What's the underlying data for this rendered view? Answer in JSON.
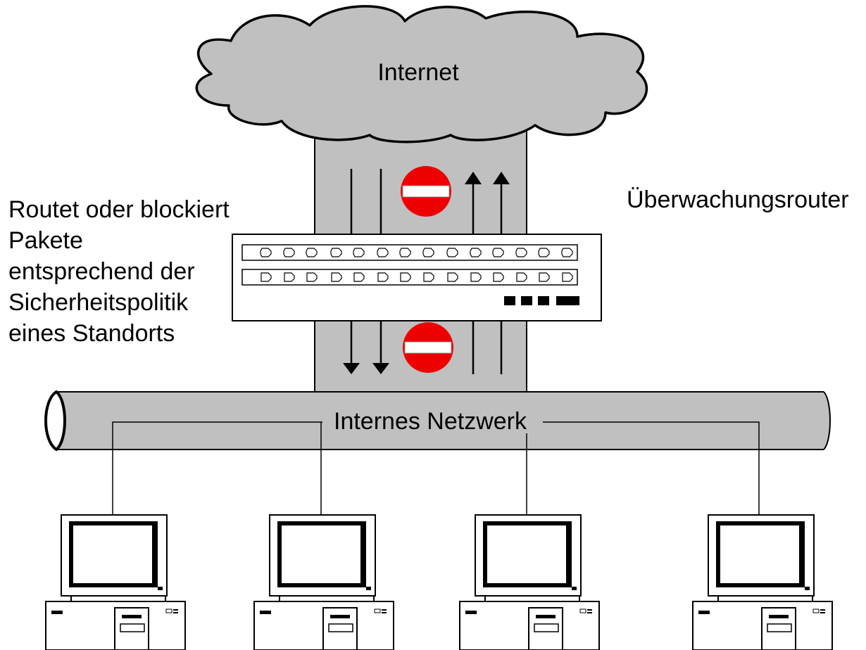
{
  "labels": {
    "internet": "Internet",
    "policy_lines": [
      "Routet oder blockiert",
      "Pakete",
      "entsprechend der",
      "Sicherheitspolitik",
      "eines Standorts"
    ],
    "router": "Überwachungsrouter",
    "network": "Internes Netzwerk"
  },
  "colors": {
    "cloud_fill": "#c0c0c0",
    "pipe_fill": "#c0c0c0",
    "stop_sign": "#ee0000",
    "line": "#000000"
  },
  "icons": {
    "cloud": "cloud-icon",
    "router": "router-icon",
    "stop": "no-entry-icon",
    "computer": "desktop-computer-icon"
  },
  "computers": [
    "pc-1",
    "pc-2",
    "pc-3",
    "pc-4"
  ]
}
